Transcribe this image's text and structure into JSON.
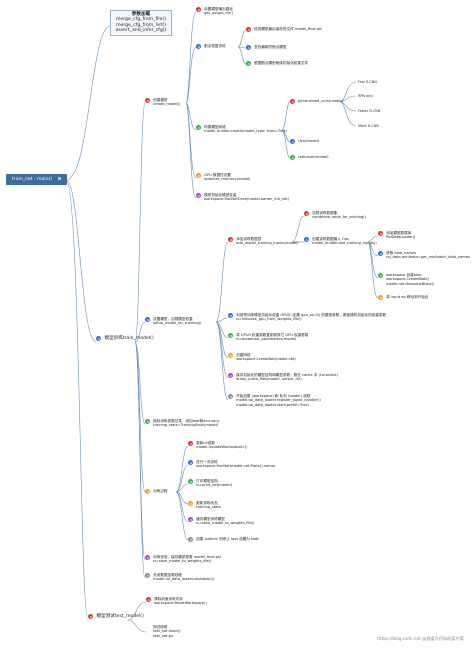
{
  "root": {
    "label": "train_net : main()",
    "badge": "⊞"
  },
  "params": {
    "title": "参数加载",
    "lines": [
      "merge_cfg_from_file()",
      "merge_cfg_from_list()",
      "assert_and_infer_cfg()"
    ]
  },
  "training": {
    "title": "模型训练",
    "subtitle": "train_model()"
  },
  "testing": {
    "title": "模型测试",
    "subtitle": "test_model()"
  },
  "create_model": {
    "title": "创建模型",
    "subtitle": "create_model()"
  },
  "cm_children": [
    {
      "title": "设置模型输出路径",
      "subtitle": "get_output_dir()"
    },
    {
      "title": "断点恢复训练",
      "subtitle": ""
    },
    {
      "title": "构建模型网络",
      "subtitle": "model_builder.create(model_type, train=True)"
    },
    {
      "title": "GPU 数据性设置",
      "subtitle": "optimize_memory(model)"
    },
    {
      "title": "模型初始化模型变量",
      "subtitle": "workspace.RunNetOnce(model.param_init_net)"
    }
  ],
  "resume": [
    {
      "title": "检测模型最后保存的文件 model_final.pkl"
    },
    {
      "title": "查找最新的断点模型"
    },
    {
      "title": "根据断点模型继续初始化权重文件"
    }
  ],
  "build": [
    {
      "title": "generalized_rcnn(model)"
    },
    {
      "title": "rfcn(model)"
    },
    {
      "title": "retinanet(model)"
    }
  ],
  "rcnn_types": [
    "Fast R-CNN",
    "RPN only",
    "Faster R-CNN",
    "Mask R-CNN"
  ],
  "setup": {
    "title": "设置模型，加载模型权重",
    "subtitle": "setup_model_for_training()"
  },
  "setup_children": [
    {
      "title": "添加训练数据层",
      "subtitle": "add_model_training_inputs(model)"
    },
    {
      "title": "利用预训练模型初始化权重 GPU0 (如果 gpu_ss=0) 的模型参数，覆盖随机初始化的权重参数",
      "subtitle": "nu.initialize_gpu_from_weights_file()"
    },
    {
      "title": "将 GPU0 权重参数复制到其它 GPU 权重参数",
      "subtitle": "nu.broadcast_parameters(model)"
    },
    {
      "title": "创建网络",
      "subtitle": "workspace.CreateNet(model.net)"
    },
    {
      "title": "保存初始化的模型结构和模型参数，跑在 cache 中 (f.prorotxt)",
      "subtitle": "dump_proto_files(model, output_dir)"
    },
    {
      "title": "开始加载 (workspace) 和 队列 (loader) 线程",
      "subtitle": "model.roi_data_loader.register_sigint_handler() model.roi_data_loader.start(prefill=True)"
    }
  ],
  "data_layer": [
    {
      "title": "加载训练数据集",
      "subtitle": "combined_roidb_for_training()"
    },
    {
      "title": "创建训练数据输入 Ops",
      "subtitle": "model_builder.add_training_inputs()"
    }
  ],
  "ops": [
    {
      "title": "添加模型数据库",
      "subtitle": "RoIDataLoader()"
    },
    {
      "title": "获取 blob_names",
      "subtitle": "roi_data.minibatch.get_minibatch_blob_names"
    },
    {
      "title": "workspace 创建blob",
      "subtitle": "workspace.CreateBlob() model.net.DequeueBlobs()"
    },
    {
      "title": "将 input op 移动到开始处",
      "subtitle": ""
    }
  ],
  "stats": {
    "title": "指标训练参数记录，添加stat和accuracy",
    "subtitle": "training_stats=TrainingStats(model)"
  },
  "loop": {
    "title": "训练过程",
    "subtitle": ""
  },
  "loop_children": [
    {
      "title": "更新LR参数",
      "subtitle": "model.UpdateWorkspaceLr()"
    },
    {
      "title": "进行一次训练",
      "subtitle": "workspace.RunNet(model.net.Proto().name)"
    },
    {
      "title": "打印模型结构",
      "subtitle": "nu.print_net(model)"
    },
    {
      "title": "更新训练状态",
      "subtitle": "training_stats"
    },
    {
      "title": "缓存模型训练模型",
      "subtitle": "nu.save_model_to_weights_file()"
    },
    {
      "title": "如果 outliers 则停止 loss 设置为 NaN",
      "subtitle": ""
    }
  ],
  "finish": [
    {
      "title": "训练完成，保存模型参数 model_final.pkl",
      "subtitle": "nu.save_model_to_weights_file()"
    },
    {
      "title": "关闭数据加载线程",
      "subtitle": "model.roi_data_loader.shutdown()"
    }
  ],
  "test_children": [
    {
      "title": "清除前面训练内存",
      "subtitle": "workspace.ResetWorkspace()"
    },
    {
      "title": "测试网络",
      "subtitle": "test_net.main() test_net.py"
    }
  ],
  "footer": "https://blog.csdn.net @我爱写代码的菜中菜"
}
